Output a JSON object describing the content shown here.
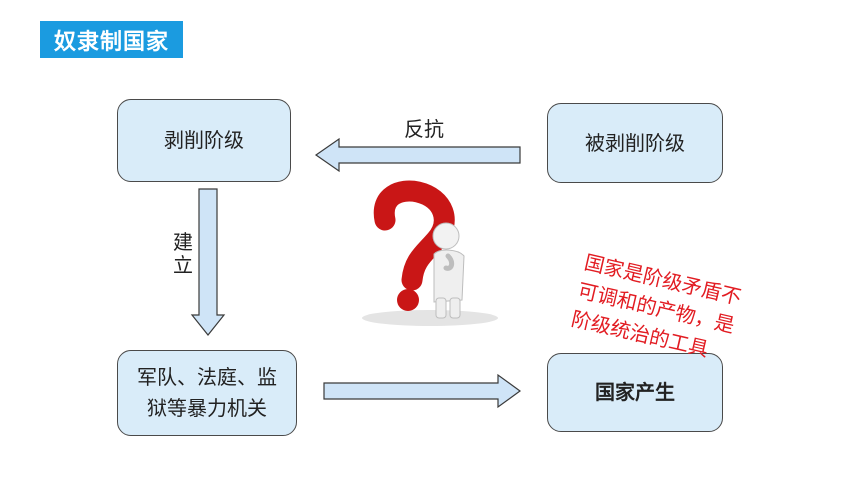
{
  "title": "奴隶制国家",
  "nodes": {
    "exploiting_class": "剥削阶级",
    "exploited_class": "被剥削阶级",
    "state_organs": [
      "军队、法庭、监",
      "狱等暴力机关"
    ],
    "state_emergence": "国家产生"
  },
  "edges": {
    "resist": "反抗",
    "establish": "建立"
  },
  "note": [
    "国家是阶级矛盾不",
    "可调和的产物，是",
    "阶级统治的工具"
  ],
  "colors": {
    "title_bg": "#1b9be0",
    "box_fill": "#d9ecf9",
    "arrow_fill": "#cfe4f7",
    "arrow_stroke": "#3a3a3a",
    "note_text": "#e21c22",
    "question_mark": "#d31b1b"
  },
  "icons": [
    "question-mark-icon",
    "thinking-person-icon"
  ]
}
